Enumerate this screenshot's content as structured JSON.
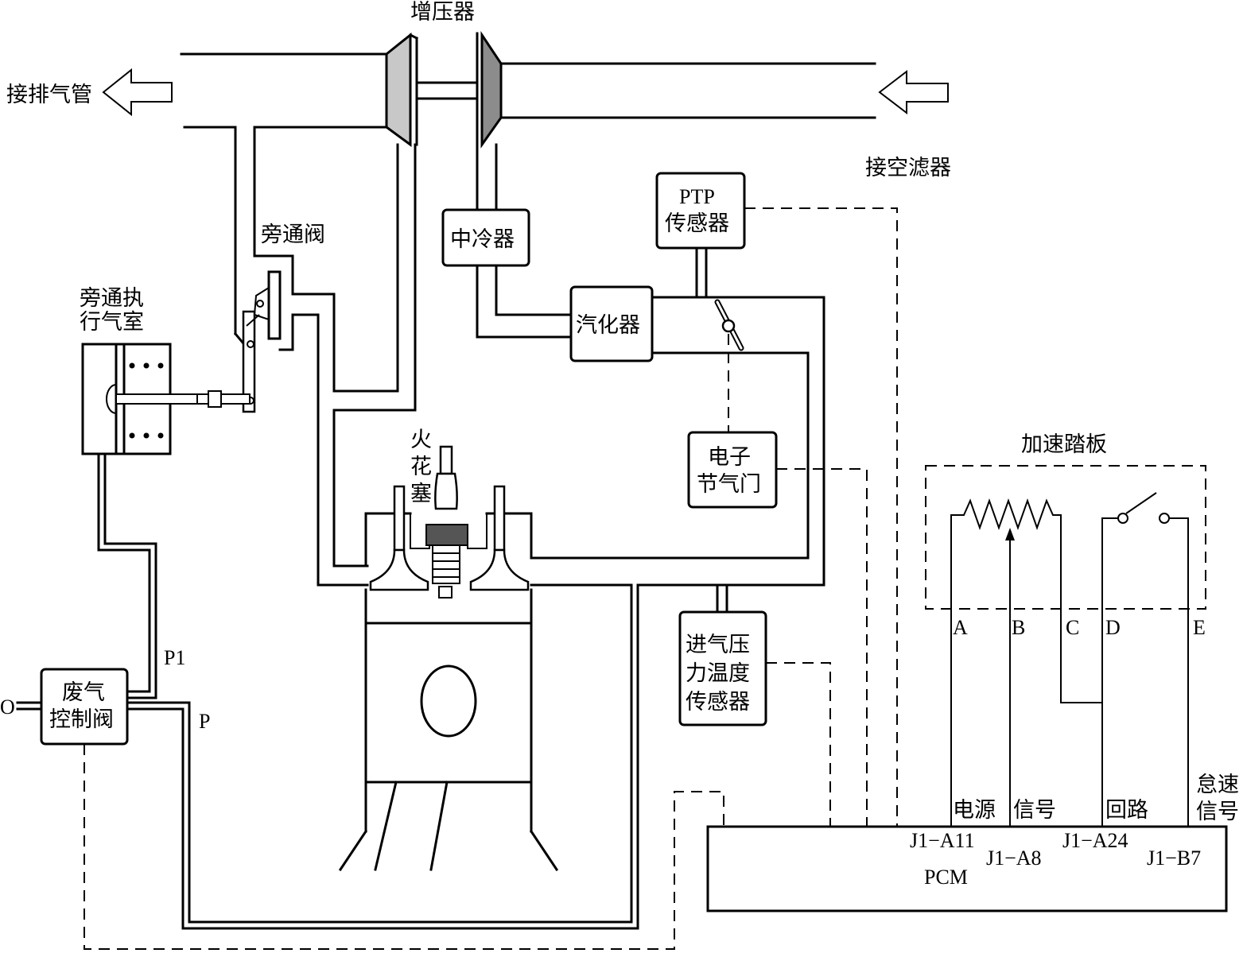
{
  "labels": {
    "turbocharger": "增压器",
    "to_exhaust": "接排气管",
    "to_air_filter": "接空滤器",
    "bypass_valve": "旁通阀",
    "bypass_actuator_line1": "旁通执",
    "bypass_actuator_line2": "行气室",
    "intercooler": "中冷器",
    "carburetor": "汽化器",
    "ptp_sensor_line1": "PTP",
    "ptp_sensor_line2": "传感器",
    "etc_line1": "电子",
    "etc_line2": "节气门",
    "spark_plug_1": "火",
    "spark_plug_2": "花",
    "spark_plug_3": "塞",
    "map_sensor_line1": "进气压",
    "map_sensor_line2": "力温度",
    "map_sensor_line3": "传感器",
    "wastegate_line1": "废气",
    "wastegate_line2": "控制阀",
    "port_o": "O",
    "port_p1": "P1",
    "port_p": "P",
    "pedal": "加速踏板",
    "pin_a": "A",
    "pin_b": "B",
    "pin_c": "C",
    "pin_d": "D",
    "pin_e": "E",
    "sig_power": "电源",
    "sig_signal": "信号",
    "sig_return": "回路",
    "sig_idle_1": "怠速",
    "sig_idle_2": "信号",
    "j1_a11": "J1−A11",
    "j1_a8": "J1−A8",
    "j1_a24": "J1−A24",
    "j1_b7": "J1−B7",
    "pcm": "PCM"
  },
  "colors": {
    "turbine_fill": "#c8c8c8",
    "compressor_fill": "#8c8c8c"
  }
}
